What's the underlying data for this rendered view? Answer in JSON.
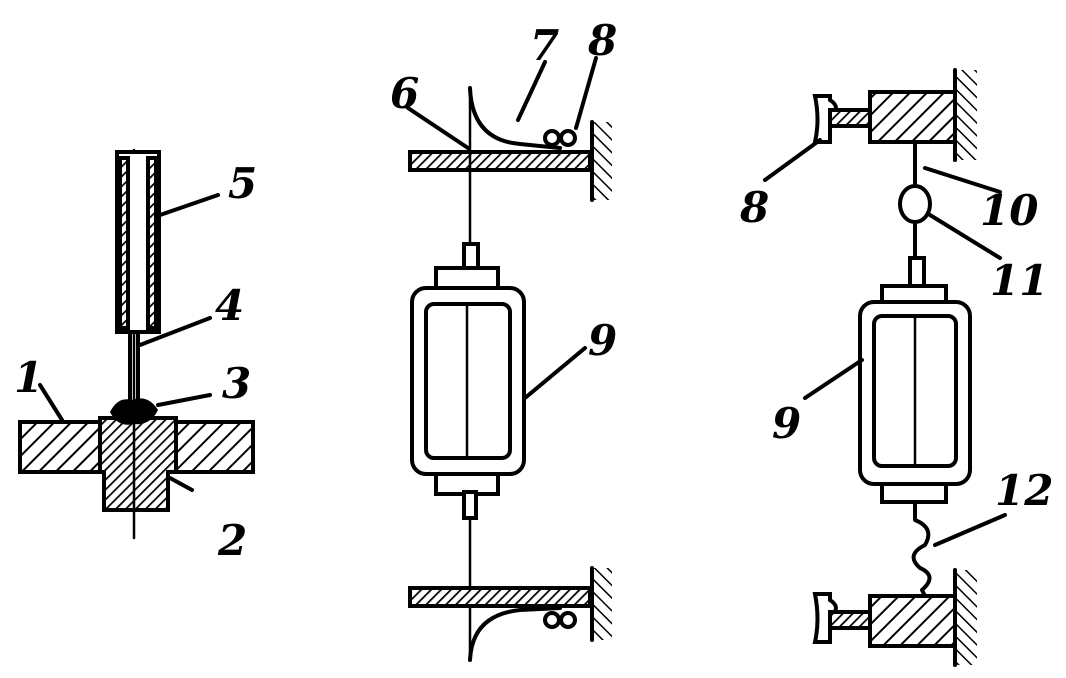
{
  "labels": {
    "l1": "1",
    "l2": "2",
    "l3": "3",
    "l4": "4",
    "l5": "5",
    "l6": "6",
    "l7": "7",
    "l8a": "8",
    "l8b": "8",
    "l9a": "9",
    "l9b": "9",
    "l10": "10",
    "l11": "11",
    "l12": "12"
  }
}
